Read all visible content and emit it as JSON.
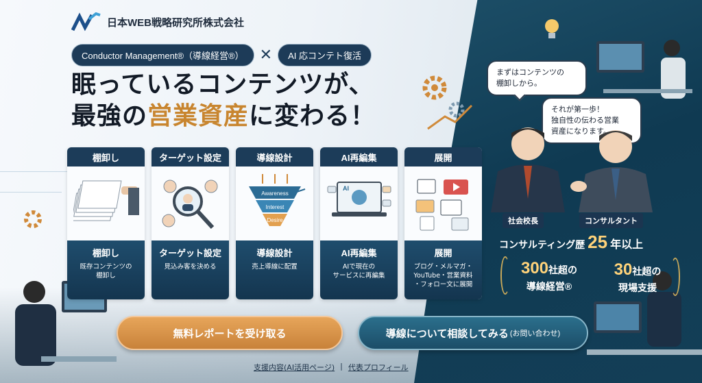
{
  "company": {
    "name": "日本WEB戦略研究所株式会社"
  },
  "tags": {
    "tag1": "Conductor Management®（導線経営®）",
    "cross": "✕",
    "tag2": "AI 応コンテト復活"
  },
  "headline": {
    "line1": "眠っているコンテンツが、",
    "line2_pre": "最強の",
    "line2_accent": "営業資産",
    "line2_post": "に変わる！"
  },
  "steps": [
    {
      "head": "棚卸し",
      "title": "棚卸し",
      "desc": "既存コンテンツの\n棚卸し"
    },
    {
      "head": "ターゲット設定",
      "title": "ターゲット設定",
      "desc": "見込み客を決める"
    },
    {
      "head": "導線設計",
      "title": "導線設計",
      "desc": "売上導線に配置"
    },
    {
      "head": "AI再編集",
      "title": "AI再編集",
      "desc": "AIで現在の\nサービスに再編集"
    },
    {
      "head": "展開",
      "title": "展開",
      "desc": "ブログ・メルマガ・\nYouTube・営業資料\n・フォロー文に展開"
    }
  ],
  "funnel": {
    "l1": "Awareness",
    "l2": "Interest",
    "l3": "Desire"
  },
  "ai_label": "AI",
  "bubbles": {
    "b1": "まずはコンテンツの\n棚卸しから。",
    "b2": "それが第一歩！\n独自性の伝わる営業\n資産になります。"
  },
  "roles": {
    "r1": "社会校長",
    "r2": "コンサルタント"
  },
  "stats": {
    "exp_pre": "コンサルティング歴",
    "exp_num": "25",
    "exp_post": "年以上",
    "a_num": "300",
    "a_unit": "社超の",
    "a_sub": "導線経営®",
    "b_num": "30",
    "b_unit": "社超の",
    "b_sub": "現場支援"
  },
  "cta": {
    "primary": "無料レポートを受け取る",
    "secondary": "導線について相談してみる",
    "secondary_small": "(お問い合わせ)"
  },
  "links": {
    "l1": "支援内容(AI活用ページ)",
    "sep": "|",
    "l2": "代表プロフィール"
  },
  "colors": {
    "navy": "#1c3c59",
    "accent": "#c8852f",
    "gold": "#ffd37a"
  }
}
